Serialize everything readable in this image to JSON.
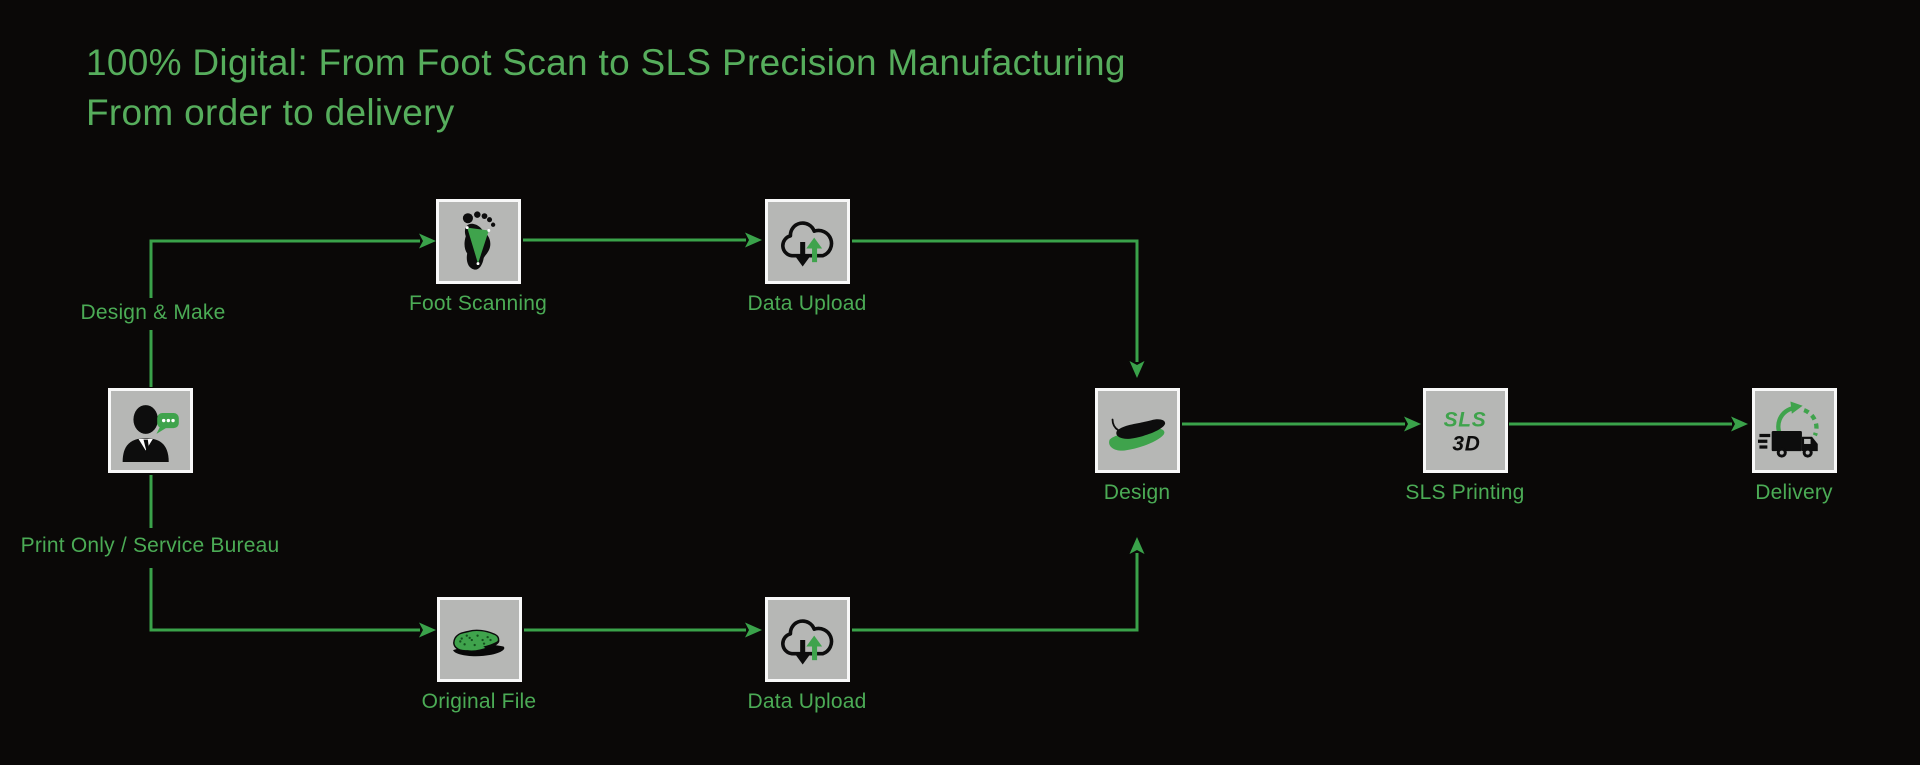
{
  "title": {
    "line1": "100% Digital: From Foot Scan to SLS Precision Manufacturing",
    "line2": "From order to delivery"
  },
  "branches": {
    "design_make": "Design & Make",
    "print_only": "Print Only / Service Bureau"
  },
  "nodes": {
    "customer": {
      "icon": "customer-chat-icon"
    },
    "foot_scanning": {
      "label": "Foot Scanning",
      "icon": "foot-scan-icon"
    },
    "data_upload_top": {
      "label": "Data Upload",
      "icon": "cloud-upload-icon"
    },
    "original_file": {
      "label": "Original File",
      "icon": "insole-file-icon"
    },
    "data_upload_bottom": {
      "label": "Data Upload",
      "icon": "cloud-upload-icon"
    },
    "design": {
      "label": "Design",
      "icon": "insole-design-icon"
    },
    "sls_printing": {
      "label": "SLS Printing",
      "icon": "sls-3d-icon",
      "icon_text_line1": "SLS",
      "icon_text_line2": "3D"
    },
    "delivery": {
      "label": "Delivery",
      "icon": "delivery-truck-icon"
    }
  },
  "colors": {
    "background": "#0a0807",
    "title_green": "#56ad5c",
    "label_green": "#4bab55",
    "line_green": "#3aa24a",
    "icon_green": "#3fa34c",
    "box_fill": "#b6b7b5",
    "box_border": "#f8f8f8"
  }
}
